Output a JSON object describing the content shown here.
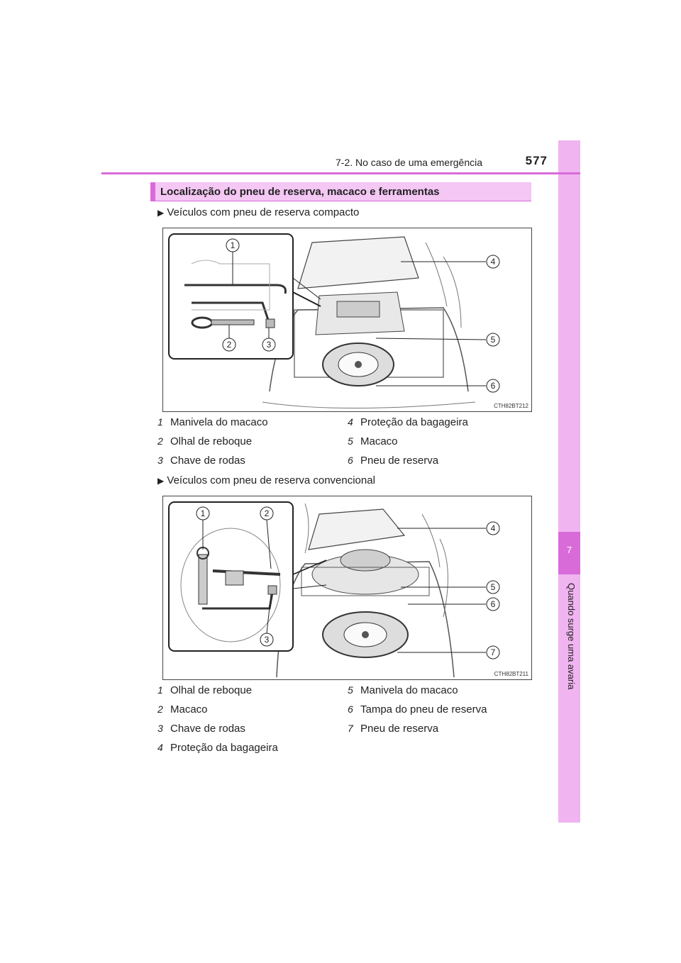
{
  "header": {
    "section": "7-2. No caso de uma emergência",
    "page_number": "577"
  },
  "side_tab": {
    "chapter_number": "7",
    "chapter_title": "Quando surge uma avaria"
  },
  "section_title": "Localização do pneu de reserva, macaco e ferramentas",
  "compact": {
    "subtitle": "Veículos com pneu de reserva compacto",
    "figure_code": "CTH82BT212",
    "callouts": [
      "1",
      "2",
      "3",
      "4",
      "5",
      "6"
    ],
    "legend": [
      {
        "n": "1",
        "text": "Manivela do macaco"
      },
      {
        "n": "2",
        "text": "Olhal de reboque"
      },
      {
        "n": "3",
        "text": "Chave de rodas"
      },
      {
        "n": "4",
        "text": "Proteção da bagageira"
      },
      {
        "n": "5",
        "text": "Macaco"
      },
      {
        "n": "6",
        "text": "Pneu de reserva"
      }
    ]
  },
  "conventional": {
    "subtitle": "Veículos com pneu de reserva convencional",
    "figure_code": "CTH82BT211",
    "callouts": [
      "1",
      "2",
      "3",
      "4",
      "5",
      "6",
      "7"
    ],
    "legend": [
      {
        "n": "1",
        "text": "Olhal de reboque"
      },
      {
        "n": "2",
        "text": "Macaco"
      },
      {
        "n": "3",
        "text": "Chave de rodas"
      },
      {
        "n": "4",
        "text": "Proteção da bagageira"
      },
      {
        "n": "5",
        "text": "Manivela do macaco"
      },
      {
        "n": "6",
        "text": "Tampa do pneu de reserva"
      },
      {
        "n": "7",
        "text": "Pneu de reserva"
      }
    ]
  },
  "colors": {
    "accent": "#d96bd9",
    "tab_light": "#f0b4f0",
    "bar_fill": "#f4c7f4"
  },
  "icons": {
    "bullet": "triangle-right-icon"
  }
}
